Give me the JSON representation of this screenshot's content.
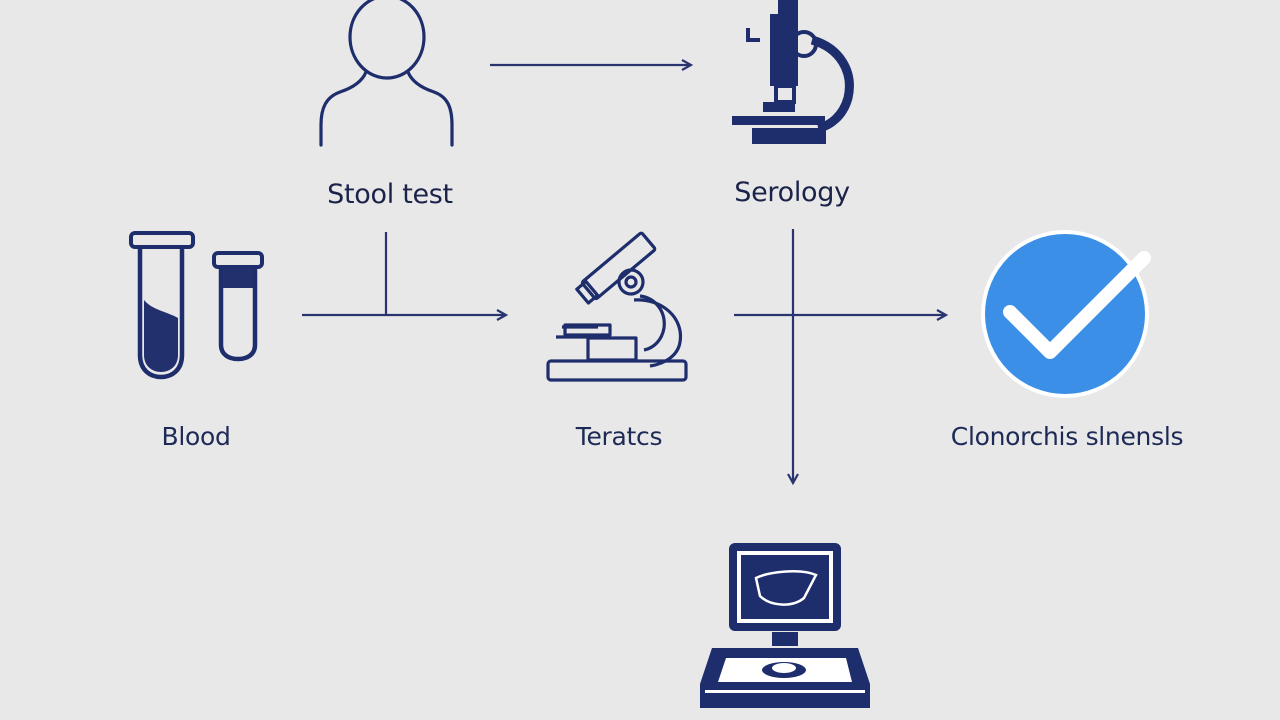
{
  "nodes": {
    "stool_test": {
      "label": "Stool test",
      "icon": "person-icon"
    },
    "serology": {
      "label": "Serology",
      "icon": "microscope-icon"
    },
    "blood": {
      "label": "Blood",
      "icon": "test-tubes-icon"
    },
    "teratos": {
      "label": "Teratcs",
      "icon": "microscope-icon"
    },
    "result": {
      "label": "Clonorchis slnensls",
      "icon": "check-circle-icon"
    },
    "imaging": {
      "icon": "ultrasound-machine-icon"
    }
  },
  "colors": {
    "background": "#e8e8e9",
    "navy": "#1e2d6b",
    "accent_blue": "#3b8fe6",
    "white": "#ffffff"
  }
}
